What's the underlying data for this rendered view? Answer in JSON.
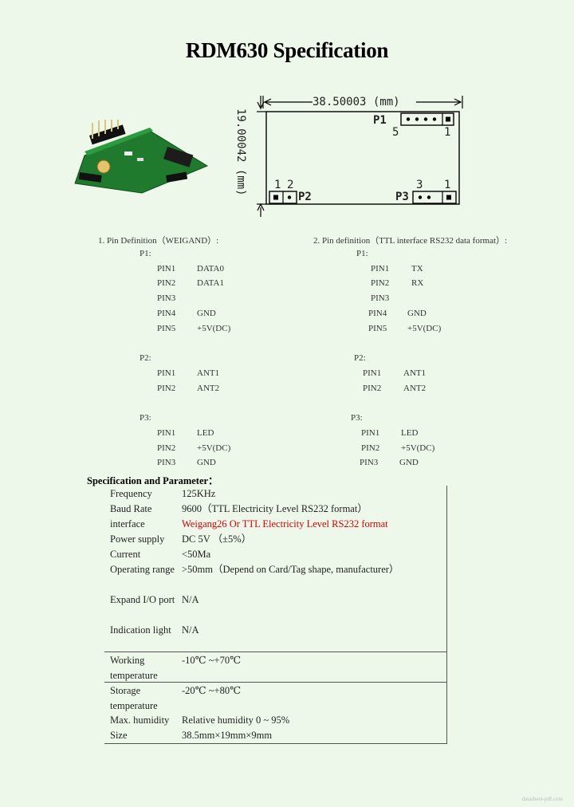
{
  "title": "RDM630 Specification",
  "dims": {
    "width": "38.50003 (mm)",
    "height": "19.00042 (mm)"
  },
  "diagram": {
    "p1_label": "P1",
    "p1_left": "5",
    "p1_right": "1",
    "p2_label": "P2",
    "p2_left": "1",
    "p2_right": "2",
    "p3_label": "P3",
    "p3_left": "3",
    "p3_right": "1"
  },
  "left": {
    "heading": "1. Pin Definition（WEIGAND）:",
    "p1": "P1:",
    "p1_pins": [
      [
        "PIN1",
        "DATA0"
      ],
      [
        "PIN2",
        "DATA1"
      ],
      [
        "PIN3",
        ""
      ],
      [
        "PIN4",
        "GND"
      ],
      [
        "PIN5",
        "+5V(DC)"
      ]
    ],
    "p2": "P2:",
    "p2_pins": [
      [
        "PIN1",
        "ANT1"
      ],
      [
        "PIN2",
        "ANT2"
      ]
    ],
    "p3": "P3:",
    "p3_pins": [
      [
        "PIN1",
        "LED"
      ],
      [
        "PIN2",
        "+5V(DC)"
      ],
      [
        "PIN3",
        "GND"
      ]
    ]
  },
  "right": {
    "heading": "2. Pin definition（TTL interface RS232 data format）:",
    "p1": "P1:",
    "p1_pins": [
      [
        "PIN1",
        "TX"
      ],
      [
        "PIN2",
        "RX"
      ],
      [
        "PIN3",
        ""
      ],
      [
        "PIN4",
        "GND"
      ],
      [
        "PIN5",
        "+5V(DC)"
      ]
    ],
    "p2": "P2:",
    "p2_pins": [
      [
        "PIN1",
        "ANT1"
      ],
      [
        "PIN2",
        "ANT2"
      ]
    ],
    "p3": "P3:",
    "p3_pins": [
      [
        "PIN1",
        "LED"
      ],
      [
        "PIN2",
        "+5V(DC)"
      ],
      [
        "PIN3",
        "GND"
      ]
    ]
  },
  "spec": {
    "heading": "Specification and Parameter：",
    "rows": [
      {
        "key": "Frequency",
        "value": "125KHz"
      },
      {
        "key": "Baud Rate",
        "value": "9600（TTL Electricity Level RS232 format）"
      },
      {
        "key": "interface",
        "value": "Weigang26 Or TTL Electricity Level RS232 format"
      },
      {
        "key": "Power supply",
        "value": "DC 5V （±5%）"
      },
      {
        "key": "Current",
        "value": "<50Ma"
      },
      {
        "key": "Operating range",
        "value": ">50mm（Depend on Card/Tag shape, manufacturer）"
      },
      {
        "key": "Expand I/O port",
        "value": "N/A"
      },
      {
        "key": "Indication light",
        "value": "N/A"
      },
      {
        "key": "Working temperature",
        "value": "-10℃ ~+70℃"
      },
      {
        "key": "Storage temperature",
        "value": "-20℃ ~+80℃"
      },
      {
        "key": "Max. humidity",
        "value": "Relative humidity 0 ~ 95%"
      },
      {
        "key": "Size",
        "value": "38.5mm×19mm×9mm"
      }
    ]
  },
  "footer": "datasheet-pdf.com"
}
